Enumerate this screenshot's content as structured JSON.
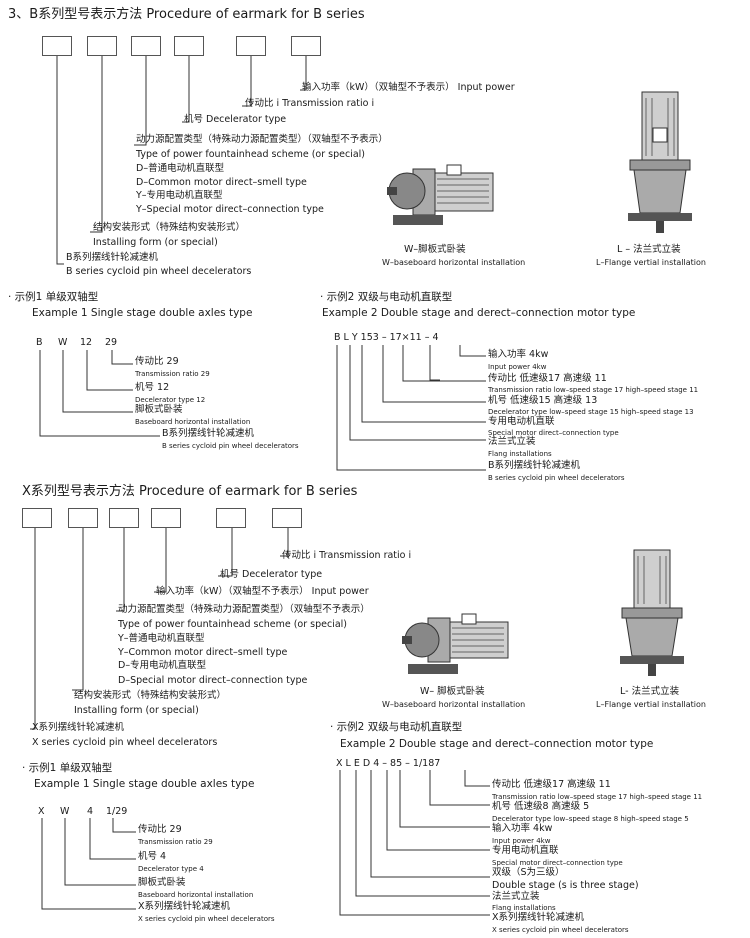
{
  "b": {
    "title": "3、B系列型号表示方法   Procedure of earmark for B series",
    "input_power": "输入功率（kW）（双轴型不予表示）  Input power",
    "ratio": "传动比 i   Transmission ratio i",
    "decel": "机号  Decelerator type",
    "power_type_cn": "动力源配置类型（特殊动力源配置类型）（双轴型不予表示）",
    "power_type_en": "Type of power fountainhead scheme (or special)",
    "power_d_cn": "D–普通电动机直联型",
    "power_d_en": "D–Common motor direct–smell type",
    "power_y_cn": "Y–专用电动机直联型",
    "power_y_en": "Y–Special motor direct–connection type",
    "install_cn": "结构安装形式（特殊结构安装形式）",
    "install_en": "Installing form (or special)",
    "series_cn": "B系列摆线针轮减速机",
    "series_en": "B series cycloid pin wheel decelerators",
    "w_cn": "W–脚板式卧装",
    "w_en": "W–baseboard horizontal installation",
    "l_cn": "L – 法兰式立装",
    "l_en": "L–Flange vertial installation",
    "ex1_cn": "· 示例1  单级双轴型",
    "ex1_en": "Example 1 Single stage double axles type",
    "ex1_code": [
      "B",
      "W",
      "12",
      "29"
    ],
    "ex1_ratio_cn": "传动比 29",
    "ex1_ratio_en": "Transmission ratio 29",
    "ex1_decel_cn": "机号  12",
    "ex1_decel_en": "Decelerator type 12",
    "ex1_base_cn": "脚板式卧装",
    "ex1_base_en": "Baseboard horizontal installation",
    "ex1_series_cn": "B系列摆线针轮减速机",
    "ex1_series_en": "B series cycloid pin wheel decelerators",
    "ex2_cn": "· 示例2  双级与电动机直联型",
    "ex2_en": "Example 2 Double stage and derect–connection motor type",
    "ex2_code": "B  L  Y   153 – 17×11 – 4",
    "ex2_power_cn": "输入功率  4kw",
    "ex2_power_en": "Input power 4kw",
    "ex2_ratio_cn": "传动比  低速级17  高速级 11",
    "ex2_ratio_en": "Transmission ratio low–speed stage 17 high–speed stage  11",
    "ex2_decel_cn": "机号     低速级15  高速级 13",
    "ex2_decel_en": "Decelerator type  low–speed stage 15 high–speed stage 13",
    "ex2_motor_cn": "专用电动机直联",
    "ex2_motor_en": "Special motor direct–connection type",
    "ex2_flange_cn": "法兰式立装",
    "ex2_flange_en": "Flang installations",
    "ex2_series_cn": "B系列摆线针轮减速机",
    "ex2_series_en": "B series cycloid pin wheel decelerators"
  },
  "x": {
    "title": "X系列型号表示方法   Procedure of earmark for B series",
    "ratio": "传动比  i   Transmission ratio i",
    "decel": "机号  Decelerator type",
    "input_power": "输入功率（kW）（双轴型不予表示）  Input power",
    "power_type_cn": "动力源配置类型（特殊动力源配置类型）（双轴型不予表示）",
    "power_type_en": "Type of power fountainhead scheme (or special)",
    "power_y_cn": "Y–普通电动机直联型",
    "power_y_en": "Y–Common motor direct–smell type",
    "power_d_cn": "D–专用电动机直联型",
    "power_d_en": "D–Special motor direct–connection type",
    "install_cn": "结构安装形式（特殊结构安装形式）",
    "install_en": "Installing form (or special)",
    "series_cn": "X系列摆线针轮减速机",
    "series_en": "X series cycloid pin wheel decelerators",
    "w_cn": "W– 脚板式卧装",
    "w_en": "W–baseboard horizontal installation",
    "l_cn": "L- 法兰式立装",
    "l_en": "L–Flange vertial installation",
    "ex1_cn": "· 示例1  单级双轴型",
    "ex1_en": "Example 1 Single stage double axles type",
    "ex1_code": [
      "X",
      "W",
      "4",
      "1/29"
    ],
    "ex1_ratio_cn": "传动比 29",
    "ex1_ratio_en": "Transmission ratio 29",
    "ex1_decel_cn": "机号  4",
    "ex1_decel_en": "Decelerator type 4",
    "ex1_base_cn": "脚板式卧装",
    "ex1_base_en": "Baseboard horizontal installation",
    "ex1_series_cn": "X系列摆线针轮减速机",
    "ex1_series_en": "X series cycloid pin wheel decelerators",
    "ex2_cn": "· 示例2  双级与电动机直联型",
    "ex2_en": "Example 2 Double stage and derect–connection motor type",
    "ex2_code": "X   L   E   D  4  –  85 – 1/187",
    "ex2_ratio_cn": "传动比  低速级17  高速级 11",
    "ex2_ratio_en": "Transmission ratio low–speed stage 17 high–speed stage  11",
    "ex2_decel_cn": "机号     低速级8  高速级 5",
    "ex2_decel_en": "Decelerator type  low–speed stage 8 high–speed stage 5",
    "ex2_power_cn": "输入功率  4kw",
    "ex2_power_en": "Input power 4kw",
    "ex2_motor_cn": "专用电动机直联",
    "ex2_motor_en": "Special motor direct–connection type",
    "ex2_double_cn": "双级（S为三级）",
    "ex2_double_en": "Double stage (s is three stage)",
    "ex2_flange_cn": "法兰式立装",
    "ex2_flange_en": "Flang installations",
    "ex2_series_cn": "X系列摆线针轮减速机",
    "ex2_series_en": "X series cycloid pin wheel decelerators"
  }
}
